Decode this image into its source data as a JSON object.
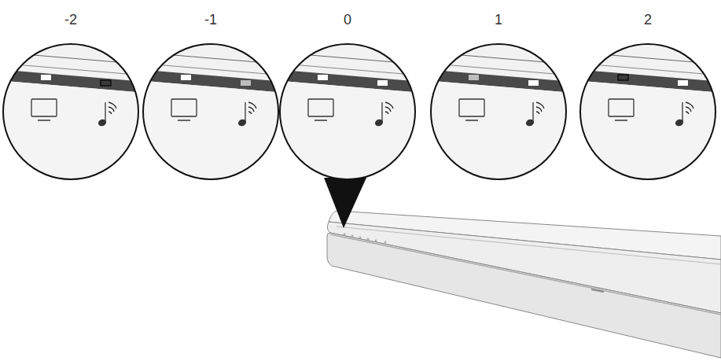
{
  "diagram": {
    "labels": [
      "-2",
      "-1",
      "0",
      "1",
      "2"
    ]
  }
}
